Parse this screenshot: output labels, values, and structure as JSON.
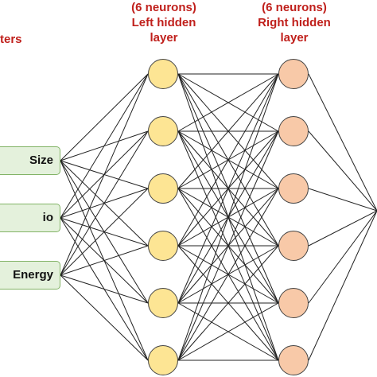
{
  "headers": {
    "input_partial": "ters",
    "left_count": "(6 neurons)",
    "left_title_1": "Left hidden",
    "left_title_2": "layer",
    "right_count": "(6 neurons)",
    "right_title_1": "Right hidden",
    "right_title_2": "layer"
  },
  "inputs": [
    "Size",
    "io",
    "Energy"
  ],
  "layers": {
    "left_hidden_neurons": 6,
    "right_hidden_neurons": 6,
    "output_nodes_visible": 1
  },
  "colors": {
    "header_text": "#c0201c",
    "input_fill": "#e4f1dc",
    "input_border": "#82b366",
    "left_node_fill": "#fde594",
    "right_node_fill": "#f8c9a8",
    "edge": "#222222"
  }
}
